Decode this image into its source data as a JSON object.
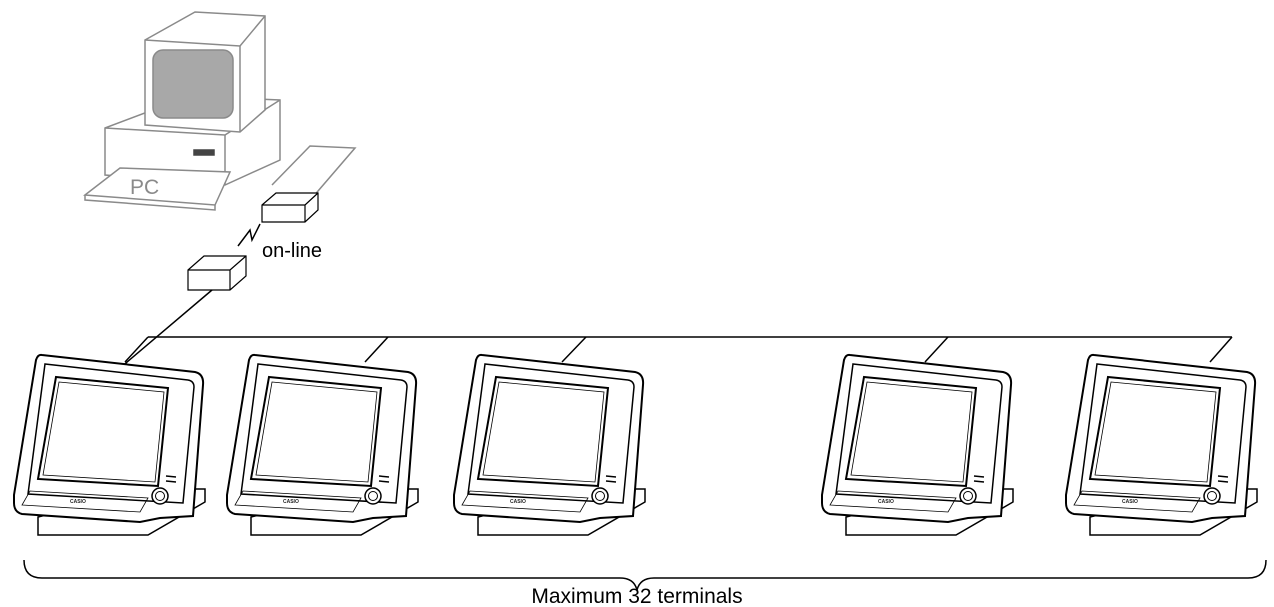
{
  "diagram": {
    "pc_label": "PC",
    "link_label": "on-line",
    "terminal_brand": "CASIO",
    "brace_label": "Maximum 32 terminals",
    "terminal_count_shown": 5,
    "colors": {
      "line": "#000000",
      "pc_outline": "#8a8a8a",
      "pc_screen": "#a8a8a8",
      "terminal_body": "#ffffff"
    }
  }
}
